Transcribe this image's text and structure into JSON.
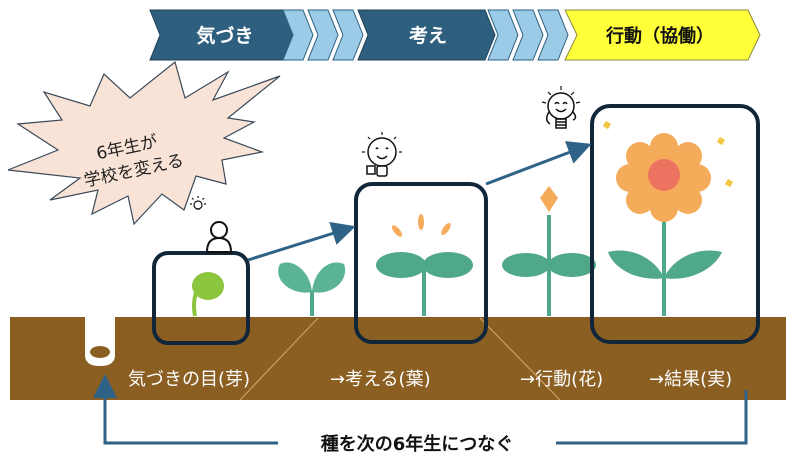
{
  "phases": [
    {
      "label": "気づき",
      "style": "dark"
    },
    {
      "label": "考え",
      "style": "dark"
    },
    {
      "label": "行動（協働）",
      "style": "highlight"
    }
  ],
  "burst": {
    "line1": "6年生が",
    "line2": "学校を変える"
  },
  "stages": [
    {
      "label": "気づきの目(芽)"
    },
    {
      "label": "→考える(葉)"
    },
    {
      "label": "→行動(花)"
    },
    {
      "label": "→結果(実)"
    }
  ],
  "footer": {
    "label": "種を次の6年生につなぐ"
  },
  "colors": {
    "phase_dark": "#2e5f7f",
    "phase_highlight": "#ffff3a",
    "chevron_light": "#9ccbe8",
    "burst_fill": "#f9e3d6",
    "soil": "#8b5f22",
    "frame": "#12263a",
    "arrow": "#2e6286",
    "leaf": "#4fa88a",
    "sprout": "#8cc63f",
    "petal": "#f4ab5a",
    "flower_center": "#ec7360"
  }
}
